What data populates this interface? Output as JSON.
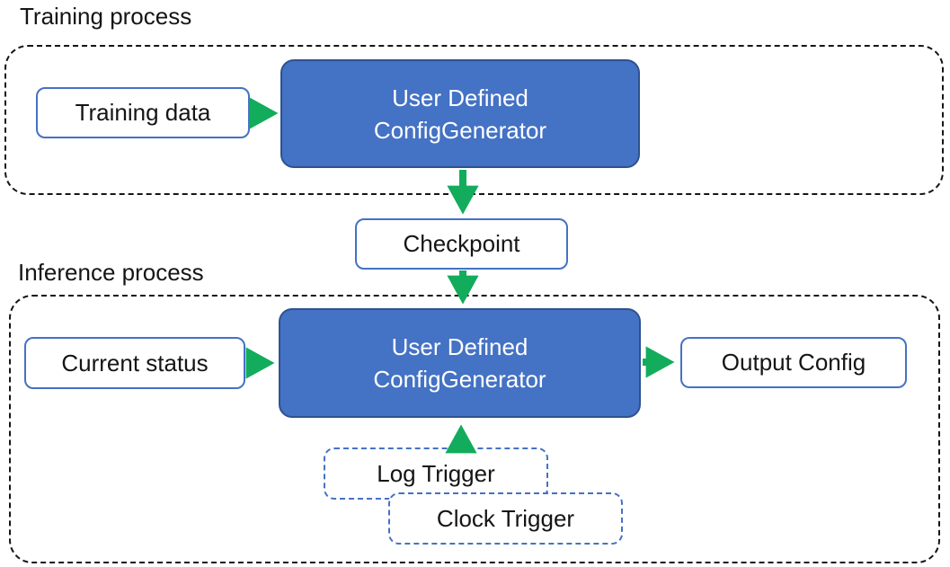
{
  "diagram": {
    "colors": {
      "solid_box_fill": "#4472C4",
      "solid_box_border": "#2F528F",
      "light_box_border": "#4472C4",
      "trigger_box_border": "#4472C4",
      "dashed_region_border": "#151515",
      "arrow": "#12AC5C",
      "text_dark": "#151515",
      "text_light": "#ffffff"
    },
    "sections": {
      "training": {
        "label": "Training process"
      },
      "inference": {
        "label": "Inference process"
      }
    },
    "nodes": {
      "training_data": {
        "label": "Training data"
      },
      "generator_training": {
        "line1": "User Defined",
        "line2": "ConfigGenerator"
      },
      "checkpoint": {
        "label": "Checkpoint"
      },
      "current_status": {
        "label": "Current status"
      },
      "generator_inference": {
        "line1": "User Defined",
        "line2": "ConfigGenerator"
      },
      "output_config": {
        "label": "Output Config"
      },
      "log_trigger": {
        "label": "Log Trigger"
      },
      "clock_trigger": {
        "label": "Clock Trigger"
      }
    },
    "edges": [
      {
        "from": "training_data",
        "to": "generator_training"
      },
      {
        "from": "generator_training",
        "to": "checkpoint"
      },
      {
        "from": "checkpoint",
        "to": "generator_inference"
      },
      {
        "from": "current_status",
        "to": "generator_inference"
      },
      {
        "from": "generator_inference",
        "to": "output_config"
      },
      {
        "from": "log_trigger",
        "to": "generator_inference"
      }
    ]
  }
}
